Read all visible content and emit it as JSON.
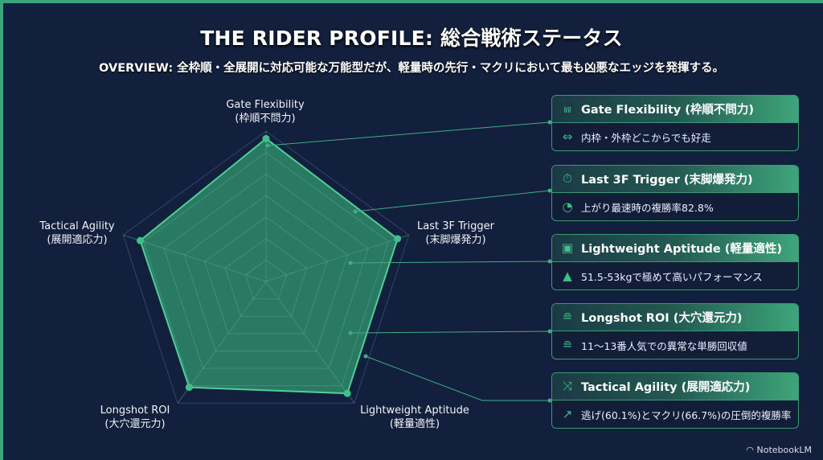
{
  "title": "THE RIDER PROFILE: 総合戦術ステータス",
  "subtitle": "OVERVIEW: 全枠順・全展開に対応可能な万能型だが、軽量時の先行・マクリにおいて最も凶悪なエッジを発揮する。",
  "colors": {
    "background": "#13203d",
    "accent": "#3fbf8a",
    "fill": "#2e8a6a"
  },
  "chart_data": {
    "type": "radar",
    "title": "THE RIDER PROFILE: 総合戦術ステータス",
    "axes": [
      {
        "name": "Gate Flexibility",
        "sub": "(枠順不問力)"
      },
      {
        "name": "Last 3F Trigger",
        "sub": "(末脚爆発力)"
      },
      {
        "name": "Lightweight Aptitude",
        "sub": "(軽量適性)"
      },
      {
        "name": "Longshot ROI",
        "sub": "(大穴還元力)"
      },
      {
        "name": "Tactical Agility",
        "sub": "(展開適応力)"
      }
    ],
    "values": [
      95,
      92,
      92,
      87,
      88
    ],
    "range": [
      0,
      100
    ],
    "grid_levels": 7
  },
  "panels": [
    {
      "title": "Gate Flexibility (枠順不問力)",
      "detail": "内枠・外枠どこからでも好走",
      "icon": "gate-icon",
      "detail_icon": "gate-width-icon"
    },
    {
      "title": "Last 3F Trigger (末脚爆発力)",
      "detail": "上がり最速時の複勝率82.8%",
      "icon": "stopwatch-icon",
      "detail_icon": "stopwatch-filled-icon"
    },
    {
      "title": "Lightweight Aptitude (軽量適性)",
      "detail": "51.5-53kgで極めて高いパフォーマンス",
      "icon": "scale-icon",
      "detail_icon": "weight-icon"
    },
    {
      "title": "Longshot ROI (大穴還元力)",
      "detail": "11〜13番人気での異常な単勝回収値",
      "icon": "coins-icon",
      "detail_icon": "coins-icon"
    },
    {
      "title": "Tactical Agility (展開適応力)",
      "detail": "逃げ(60.1%)とマクリ(66.7%)の圧倒的複勝率",
      "icon": "route-icon",
      "detail_icon": "trend-icon"
    }
  ],
  "brand": "NotebookLM"
}
